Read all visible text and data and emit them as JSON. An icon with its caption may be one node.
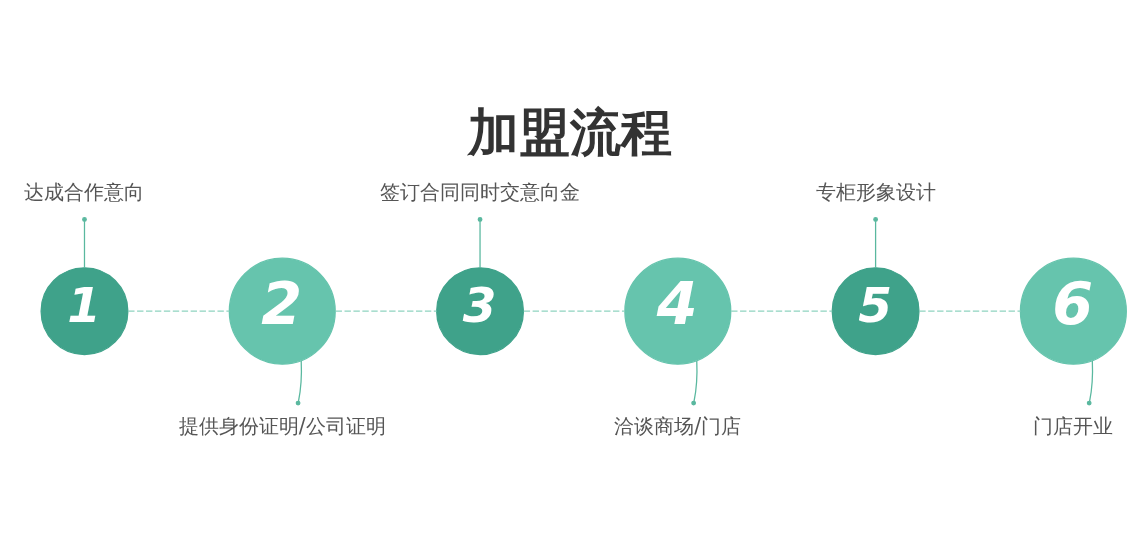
{
  "diagram": {
    "title": "加盟流程",
    "nodes": [
      {
        "text": [
          "达成合作意向"
        ]
      },
      {
        "text": [
          "签订合同同时交意向金"
        ]
      },
      {
        "text": [
          "专柜形象设计"
        ]
      },
      {
        "text": [
          "1"
        ]
      },
      {
        "text": [
          "2"
        ]
      },
      {
        "text": [
          "3"
        ]
      },
      {
        "text": [
          "4"
        ]
      },
      {
        "text": [
          "5"
        ]
      },
      {
        "text": [
          "6"
        ]
      },
      {
        "text": [
          "提供身份证明/公司证明"
        ]
      },
      {
        "text": [
          "洽谈商场/门店"
        ]
      },
      {
        "text": [
          "门店开业"
        ]
      }
    ],
    "edges": [
      {
        "from": 3,
        "to": 4,
        "arrow": "none",
        "style": "dashed"
      },
      {
        "from": 4,
        "to": 5,
        "arrow": "none",
        "style": "dashed"
      },
      {
        "from": 5,
        "to": 6,
        "arrow": "none",
        "style": "dashed"
      },
      {
        "from": 6,
        "to": 7,
        "arrow": "none",
        "style": "dashed"
      },
      {
        "from": 7,
        "to": 8,
        "arrow": "none",
        "style": "dashed"
      },
      {
        "from": 0,
        "to": 3,
        "arrow": "other"
      },
      {
        "from": 1,
        "to": 5,
        "arrow": "other"
      },
      {
        "from": 2,
        "to": 7,
        "arrow": "other"
      },
      {
        "from": 9,
        "to": 4,
        "arrow": "other"
      },
      {
        "from": 10,
        "to": 6,
        "arrow": "other"
      },
      {
        "from": 11,
        "to": 8,
        "arrow": "other"
      }
    ]
  }
}
